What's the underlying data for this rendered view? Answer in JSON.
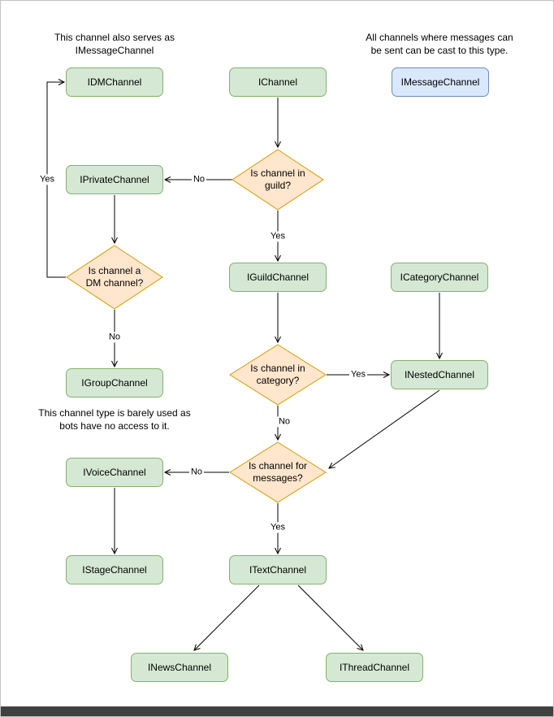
{
  "colors": {
    "green_fill": "#d5e8d4",
    "green_border": "#82b366",
    "orange_fill": "#ffe6cc",
    "orange_border": "#d79b00",
    "blue_fill": "#dae8fc",
    "blue_border": "#6c8ebf",
    "arrow": "#000000"
  },
  "notes": {
    "dm_serves": "This channel also serves as\nIMessageChannel",
    "message_cast": "All channels where messages can\nbe sent can be cast to this type.",
    "group_unused": "This channel type is barely used as\nbots have no access to it."
  },
  "nodes": [
    {
      "label": "IDMChannel"
    },
    {
      "label": "IChannel"
    },
    {
      "label": "IMessageChannel"
    },
    {
      "label": "IPrivateChannel"
    },
    {
      "label": "IGuildChannel"
    },
    {
      "label": "ICategoryChannel"
    },
    {
      "label": "IGroupChannel"
    },
    {
      "label": "INestedChannel"
    },
    {
      "label": "IVoiceChannel"
    },
    {
      "label": "IStageChannel"
    },
    {
      "label": "ITextChannel"
    },
    {
      "label": "INewsChannel"
    },
    {
      "label": "IThreadChannel"
    }
  ],
  "decisions": [
    {
      "label": "Is channel in\nguild?"
    },
    {
      "label": "Is channel a\nDM channel?"
    },
    {
      "label": "Is channel in\ncategory?"
    },
    {
      "label": "Is channel for\nmessages?"
    }
  ],
  "edge_labels": {
    "guild_no": "No",
    "guild_yes": "Yes",
    "dm_yes": "Yes",
    "dm_no": "No",
    "category_yes": "Yes",
    "category_no": "No",
    "messages_no": "No",
    "messages_yes": "Yes"
  }
}
